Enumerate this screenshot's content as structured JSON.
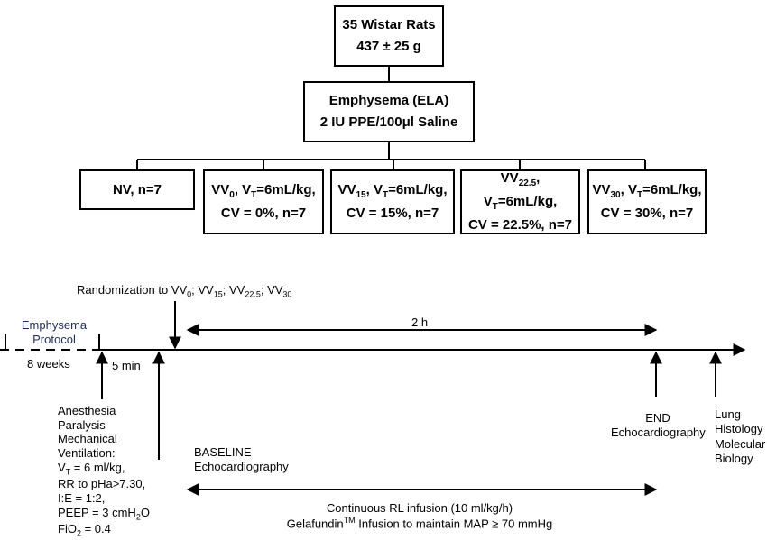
{
  "flow": {
    "rats": {
      "line1": "35 Wistar Rats",
      "line2": "437 ± 25 g"
    },
    "emphysema": {
      "line1": "Emphysema (ELA)",
      "line2_prefix": "2 IU PPE/100",
      "line2_mu": "μ",
      "line2_suffix": "l Saline"
    },
    "groups": [
      {
        "id": "nv",
        "label": "NV, n=7"
      },
      {
        "id": "vv0",
        "vv": "VV",
        "vv_sub": "0",
        "vt": ", V",
        "vt_sub": "T",
        "vt_val": "=6mL/kg,",
        "cv": "CV = 0%, n=7"
      },
      {
        "id": "vv15",
        "vv": "VV",
        "vv_sub": "15",
        "vt": ", V",
        "vt_sub": "T",
        "vt_val": "=6mL/kg,",
        "cv": "CV = 15%, n=7"
      },
      {
        "id": "vv22",
        "vv": "VV",
        "vv_sub": "22.5",
        "vt": ", V",
        "vt_sub": "T",
        "vt_val": "=6mL/kg,",
        "cv": "CV = 22.5%, n=7"
      },
      {
        "id": "vv30",
        "vv": "VV",
        "vv_sub": "30",
        "vt": ", V",
        "vt_sub": "T",
        "vt_val": "=6mL/kg,",
        "cv": "CV = 30%, n=7"
      }
    ]
  },
  "timeline": {
    "randomization": {
      "prefix": "Randomization to VV",
      "s0": "0",
      "sep1": "; VV",
      "s15": "15",
      "sep2": "; VV",
      "s22": "22.5",
      "sep3": "; VV",
      "s30": "30"
    },
    "protocol": {
      "line1": "Emphysema",
      "line2": "Protocol",
      "line3": "8 weeks"
    },
    "five_min": "5 min",
    "two_h": "2 h",
    "setup": {
      "l1": "Anesthesia",
      "l2": "Paralysis",
      "l3": "Mechanical",
      "l4": "Ventilation:",
      "vt_prefix": "V",
      "vt_sub": "T",
      "vt_suffix": " = 6 ml/kg,",
      "rr": "RR to pHa>7.30,",
      "ie": "I:E = 1:2,",
      "peep_prefix": "PEEP = 3 cmH",
      "peep_sub": "2",
      "peep_suffix": "O",
      "fio_prefix": "FiO",
      "fio_sub": "2",
      "fio_suffix": " = 0.4"
    },
    "baseline": {
      "line1": "BASELINE",
      "line2": "Echocardiography"
    },
    "end": {
      "line1": "END",
      "line2": "Echocardiography"
    },
    "lung": {
      "l1": "Lung",
      "l2": "Histology",
      "l3": "Molecular",
      "l4": "Biology"
    },
    "infusion": {
      "line1": "Continuous RL infusion (10 ml/kg/h)",
      "line2_prefix": "Gelafundin",
      "line2_sup": "TM",
      "line2_suffix": " Infusion to maintain MAP ≥ 70 mmHg"
    }
  }
}
